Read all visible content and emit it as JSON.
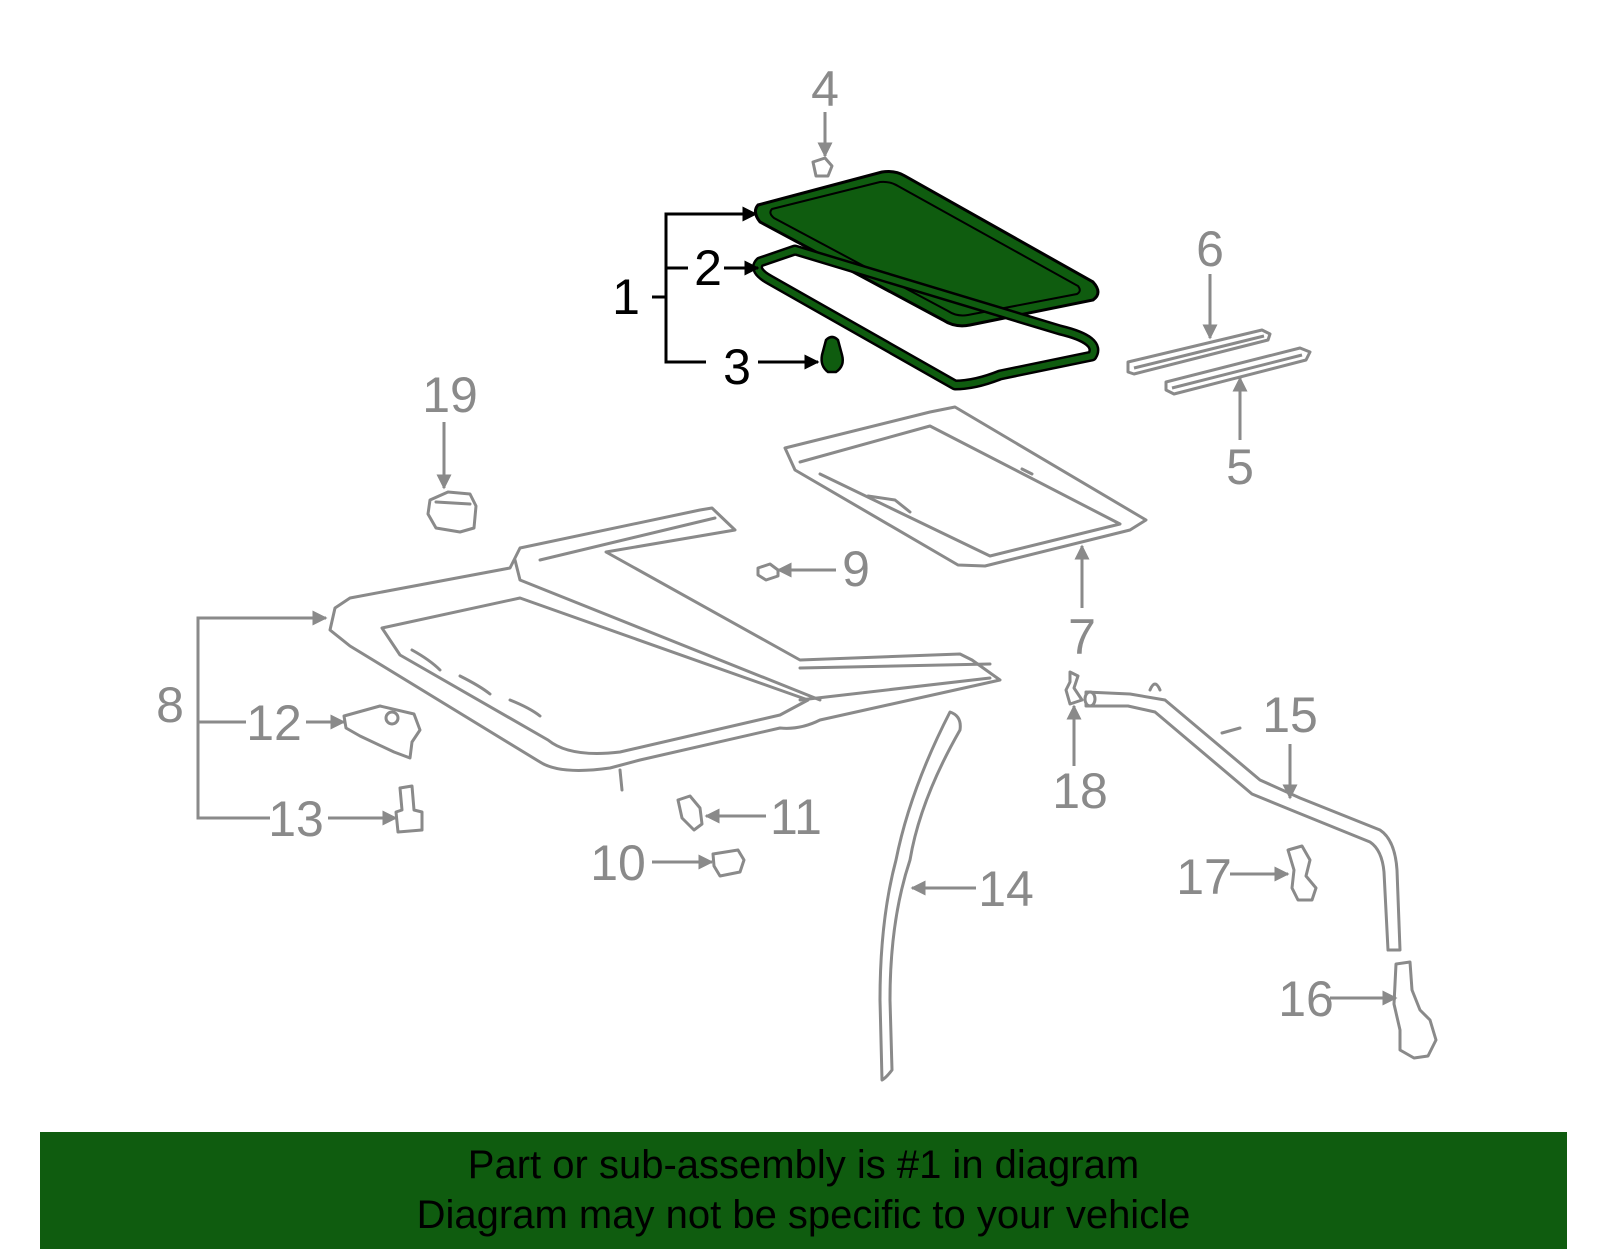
{
  "colors": {
    "highlight_part": "#0f5c0f",
    "line_gray": "#8a8a8a",
    "banner_bg": "#0f5c0f"
  },
  "callouts": {
    "n1": "1",
    "n2": "2",
    "n3": "3",
    "n4": "4",
    "n5": "5",
    "n6": "6",
    "n7": "7",
    "n8": "8",
    "n9": "9",
    "n10": "10",
    "n11": "11",
    "n12": "12",
    "n13": "13",
    "n14": "14",
    "n15": "15",
    "n16": "16",
    "n17": "17",
    "n18": "18",
    "n19": "19"
  },
  "highlighted_callouts": [
    "1",
    "2",
    "3"
  ],
  "banner": {
    "line1": "Part or sub-assembly is #1 in diagram",
    "line2": "Diagram may not be specific to your vehicle"
  }
}
